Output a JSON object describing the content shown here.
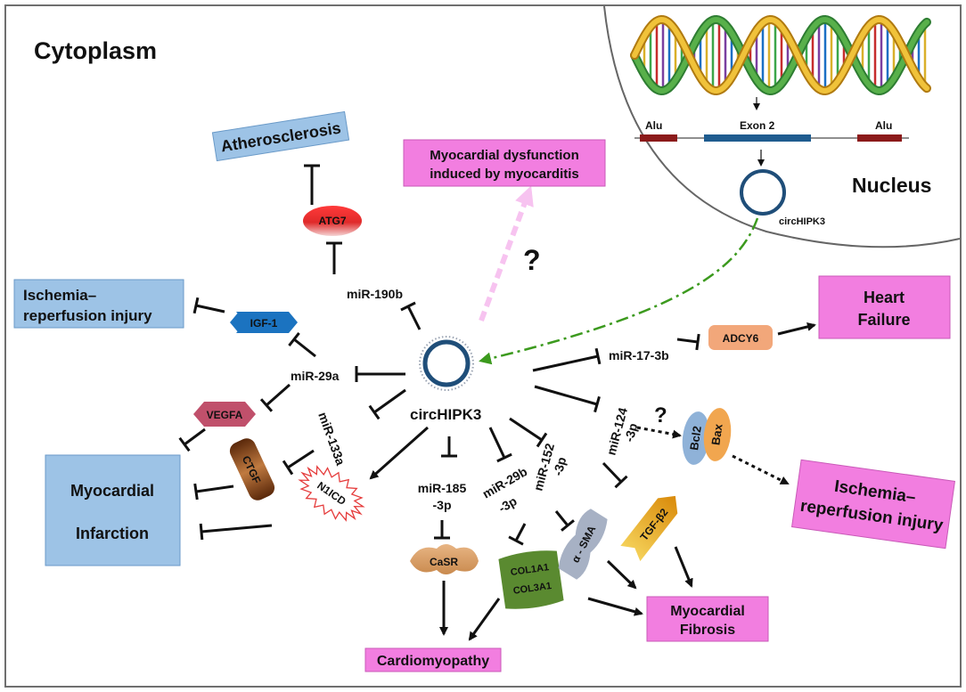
{
  "regions": {
    "cytoplasm": "Cytoplasm",
    "nucleus": "Nucleus"
  },
  "gene": {
    "alu_left": "Alu",
    "exon": "Exon 2",
    "alu_right": "Alu",
    "circ_label": "circHIPK3"
  },
  "center": {
    "label": "circHIPK3",
    "question_mark": "?"
  },
  "diseases": {
    "atherosclerosis": "Atherosclerosis",
    "ischemia_left_line1": "Ischemia–",
    "ischemia_left_line2": "reperfusion injury",
    "myocarditis_line1": "Myocardial dysfunction",
    "myocarditis_line2": "induced by myocarditis",
    "heart_failure_line1": "Heart",
    "heart_failure_line2": "Failure",
    "mi_line1": "Myocardial",
    "mi_line2": "Infarction",
    "ischemia_right_line1": "Ischemia–",
    "ischemia_right_line2": "reperfusion injury",
    "cardiomyopathy": "Cardiomyopathy",
    "fibrosis_line1": "Myocardial",
    "fibrosis_line2": "Fibrosis"
  },
  "mirnas": {
    "mir190b": "miR-190b",
    "mir29a": "miR-29a",
    "mir133a": "miR-133a",
    "mir185_line1": "miR-185",
    "mir185_line2": "-3p",
    "mir29b_line1": "miR-29b",
    "mir29b_line2": "-3p",
    "mir152_line1": "miR-152",
    "mir152_line2": "-3p",
    "mir124_line1": "miR-124",
    "mir124_line2": "-3p",
    "mir17": "miR-17-3b"
  },
  "targets": {
    "atg7": "ATG7",
    "igf1": "IGF-1",
    "vegfa": "VEGFA",
    "ctgf": "CTGF",
    "n1icd": "N1ICD",
    "casr": "CaSR",
    "col1a1": "COL1A1",
    "col3a1": "COL3A1",
    "asma": "α - SMA",
    "tgfb2": "TGF-β2",
    "adcy6": "ADCY6",
    "bcl2": "Bcl2",
    "bax": "Bax",
    "question_mark": "?"
  },
  "colors": {
    "region_label": "#e2231a",
    "disease_blue": "#9dc3e6",
    "disease_pink": "#f27ee0",
    "circ_ring": "#1f4e79",
    "dash_green": "#3c9a1e",
    "dash_pink": "#f7c3f0",
    "atg7": "#e02a2a",
    "igf1": "#1b73c0",
    "vegfa": "#c0506b",
    "ctgf": "#7a3a12",
    "casr": "#dc9e65",
    "col": "#5a8a30",
    "asma": "#a7b1c4",
    "tgf": "#e8a514",
    "adcy6": "#f2a77a",
    "bcl2": "#8fb2d8",
    "bax": "#f1a64f"
  }
}
